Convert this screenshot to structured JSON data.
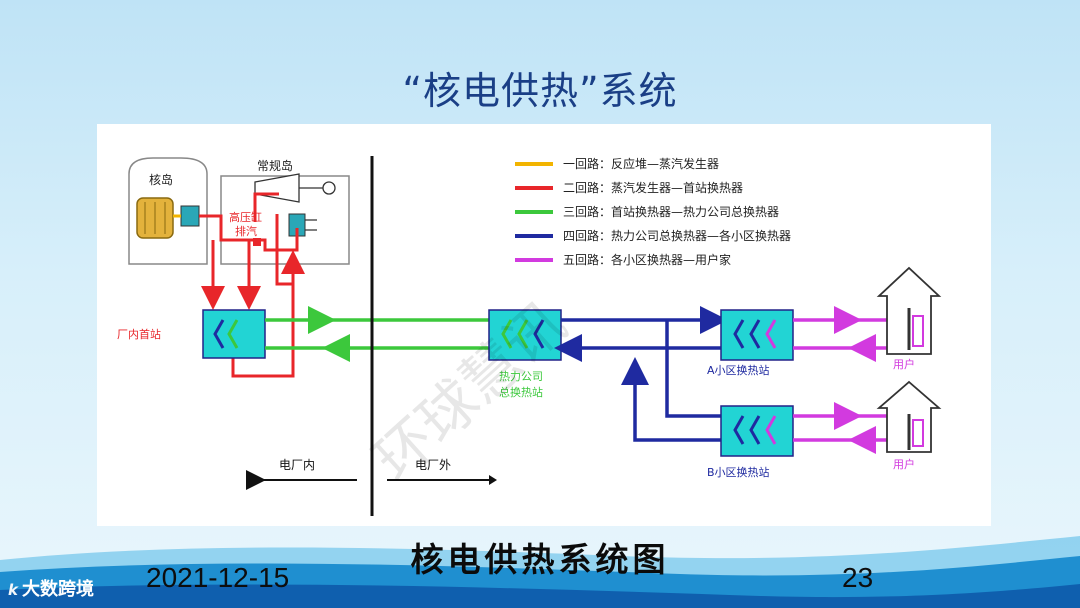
{
  "slide": {
    "title": "“核电供热”系统",
    "caption": "核电供热系统图",
    "date": "2021-12-15",
    "page_number": "23",
    "brand_mark": "k",
    "brand_name": "大数跨境"
  },
  "diagram": {
    "nuclear_island": "核岛",
    "conventional_island": "常规岛",
    "hp_exhaust": [
      "高压缸",
      "排汽"
    ],
    "plant_station": "厂内首站",
    "inside_plant": "电厂内",
    "outside_plant": "电厂外",
    "heat_company_station": [
      "热力公司",
      "总换热站"
    ],
    "station_a": "A小区换热站",
    "station_b": "B小区换热站",
    "user_a": "用户",
    "user_b": "用户",
    "watermark": "环球慧讯",
    "legend": [
      {
        "text": "一回路：反应堆—蒸汽发生器",
        "color": "#f2b400"
      },
      {
        "text": "二回路：蒸汽发生器—首站换热器",
        "color": "#e8262a"
      },
      {
        "text": "三回路：首站换热器—热力公司总换热器",
        "color": "#3cc83c"
      },
      {
        "text": "四回路：热力公司总换热器—各小区换热器",
        "color": "#1f2aa0"
      },
      {
        "text": "五回路：各小区换热器—用户家",
        "color": "#d23adf"
      }
    ]
  }
}
